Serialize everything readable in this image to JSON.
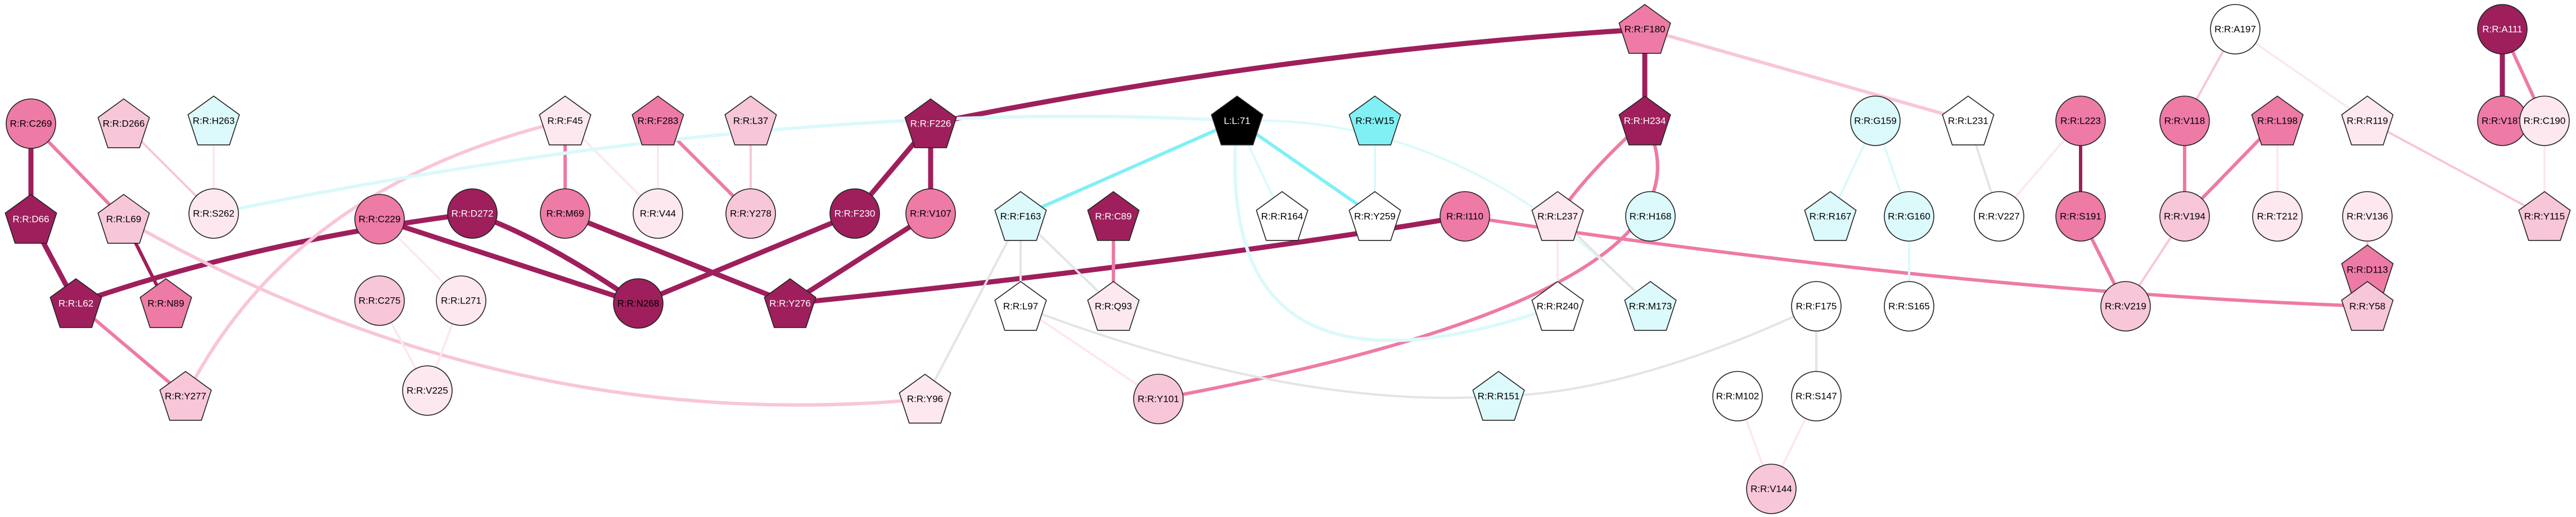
{
  "colors": {
    "black": "#000000",
    "magenta_dark": "#9e1f5c",
    "pink_mid": "#ee7aa6",
    "pink_light": "#f8c6d9",
    "pink_pale": "#fde8f0",
    "cyan": "#80f0f4",
    "cyan_pale": "#dcf9fb",
    "white": "#ffffff",
    "gray": "#e4e4e4"
  },
  "nodes": [
    {
      "id": "L71",
      "label": "L:L:71",
      "shape": "pentagon",
      "fill": "black",
      "text": "#ffffff"
    },
    {
      "id": "W15",
      "label": "R:R:W15",
      "shape": "pentagon",
      "fill": "cyan",
      "text": "#000000"
    },
    {
      "id": "F180",
      "label": "R:R:F180",
      "shape": "pentagon",
      "fill": "pink_mid",
      "text": "#000000"
    },
    {
      "id": "H234",
      "label": "R:R:H234",
      "shape": "pentagon",
      "fill": "magenta_dark",
      "text": "#ffffff"
    },
    {
      "id": "F226",
      "label": "R:R:F226",
      "shape": "pentagon",
      "fill": "magenta_dark",
      "text": "#ffffff"
    },
    {
      "id": "F230",
      "label": "R:R:F230",
      "shape": "circle",
      "fill": "magenta_dark",
      "text": "#ffffff"
    },
    {
      "id": "V107",
      "label": "R:R:V107",
      "shape": "circle",
      "fill": "pink_mid",
      "text": "#000000"
    },
    {
      "id": "Y276",
      "label": "R:R:Y276",
      "shape": "pentagon",
      "fill": "magenta_dark",
      "text": "#ffffff"
    },
    {
      "id": "N268",
      "label": "R:R:N268",
      "shape": "circle",
      "fill": "magenta_dark",
      "text": "#000000"
    },
    {
      "id": "D272",
      "label": "R:R:D272",
      "shape": "circle",
      "fill": "magenta_dark",
      "text": "#ffffff"
    },
    {
      "id": "C229",
      "label": "R:R:C229",
      "shape": "circle",
      "fill": "pink_mid",
      "text": "#000000"
    },
    {
      "id": "C275",
      "label": "R:R:C275",
      "shape": "circle",
      "fill": "pink_light",
      "text": "#000000"
    },
    {
      "id": "L271",
      "label": "R:R:L271",
      "shape": "circle",
      "fill": "pink_pale",
      "text": "#000000"
    },
    {
      "id": "V225",
      "label": "R:R:V225",
      "shape": "circle",
      "fill": "pink_pale",
      "text": "#000000"
    },
    {
      "id": "F45",
      "label": "R:R:F45",
      "shape": "pentagon",
      "fill": "pink_pale",
      "text": "#000000"
    },
    {
      "id": "M69",
      "label": "R:R:M69",
      "shape": "circle",
      "fill": "pink_mid",
      "text": "#000000"
    },
    {
      "id": "V44",
      "label": "R:R:V44",
      "shape": "circle",
      "fill": "pink_pale",
      "text": "#000000"
    },
    {
      "id": "F283",
      "label": "R:R:F283",
      "shape": "pentagon",
      "fill": "pink_mid",
      "text": "#000000"
    },
    {
      "id": "L37",
      "label": "R:R:L37",
      "shape": "pentagon",
      "fill": "pink_light",
      "text": "#000000"
    },
    {
      "id": "Y278",
      "label": "R:R:Y278",
      "shape": "circle",
      "fill": "pink_light",
      "text": "#000000"
    },
    {
      "id": "C269",
      "label": "R:R:C269",
      "shape": "circle",
      "fill": "pink_mid",
      "text": "#000000"
    },
    {
      "id": "D266",
      "label": "R:R:D266",
      "shape": "pentagon",
      "fill": "pink_light",
      "text": "#000000"
    },
    {
      "id": "H263",
      "label": "R:R:H263",
      "shape": "pentagon",
      "fill": "cyan_pale",
      "text": "#000000"
    },
    {
      "id": "D66",
      "label": "R:R:D66",
      "shape": "pentagon",
      "fill": "magenta_dark",
      "text": "#ffffff"
    },
    {
      "id": "L69",
      "label": "R:R:L69",
      "shape": "pentagon",
      "fill": "pink_light",
      "text": "#000000"
    },
    {
      "id": "S262",
      "label": "R:R:S262",
      "shape": "circle",
      "fill": "pink_pale",
      "text": "#000000"
    },
    {
      "id": "L62",
      "label": "R:R:L62",
      "shape": "pentagon",
      "fill": "magenta_dark",
      "text": "#ffffff"
    },
    {
      "id": "N89",
      "label": "R:R:N89",
      "shape": "pentagon",
      "fill": "pink_mid",
      "text": "#000000"
    },
    {
      "id": "Y277",
      "label": "R:R:Y277",
      "shape": "pentagon",
      "fill": "pink_light",
      "text": "#000000"
    },
    {
      "id": "F163",
      "label": "R:R:F163",
      "shape": "pentagon",
      "fill": "cyan_pale",
      "text": "#000000"
    },
    {
      "id": "C89",
      "label": "R:R:C89",
      "shape": "pentagon",
      "fill": "magenta_dark",
      "text": "#ffffff"
    },
    {
      "id": "L97",
      "label": "R:R:L97",
      "shape": "pentagon",
      "fill": "white",
      "text": "#000000"
    },
    {
      "id": "Q93",
      "label": "R:R:Q93",
      "shape": "pentagon",
      "fill": "pink_pale",
      "text": "#000000"
    },
    {
      "id": "Y96",
      "label": "R:R:Y96",
      "shape": "pentagon",
      "fill": "pink_pale",
      "text": "#000000"
    },
    {
      "id": "Y101",
      "label": "R:R:Y101",
      "shape": "circle",
      "fill": "pink_light",
      "text": "#000000"
    },
    {
      "id": "R164",
      "label": "R:R:R164",
      "shape": "pentagon",
      "fill": "white",
      "text": "#000000"
    },
    {
      "id": "Y259",
      "label": "R:R:Y259",
      "shape": "pentagon",
      "fill": "white",
      "text": "#000000"
    },
    {
      "id": "I110",
      "label": "R:R:I110",
      "shape": "circle",
      "fill": "pink_mid",
      "text": "#000000"
    },
    {
      "id": "L237",
      "label": "R:R:L237",
      "shape": "pentagon",
      "fill": "pink_pale",
      "text": "#000000"
    },
    {
      "id": "H168",
      "label": "R:R:H168",
      "shape": "circle",
      "fill": "cyan_pale",
      "text": "#000000"
    },
    {
      "id": "R240",
      "label": "R:R:R240",
      "shape": "pentagon",
      "fill": "white",
      "text": "#000000"
    },
    {
      "id": "M173",
      "label": "R:R:M173",
      "shape": "pentagon",
      "fill": "cyan_pale",
      "text": "#000000"
    },
    {
      "id": "L231",
      "label": "R:R:L231",
      "shape": "pentagon",
      "fill": "white",
      "text": "#000000"
    },
    {
      "id": "V227",
      "label": "R:R:V227",
      "shape": "circle",
      "fill": "white",
      "text": "#000000"
    },
    {
      "id": "G159",
      "label": "R:R:G159",
      "shape": "circle",
      "fill": "cyan_pale",
      "text": "#000000"
    },
    {
      "id": "R167",
      "label": "R:R:R167",
      "shape": "pentagon",
      "fill": "cyan_pale",
      "text": "#000000"
    },
    {
      "id": "G160",
      "label": "R:R:G160",
      "shape": "circle",
      "fill": "cyan_pale",
      "text": "#000000"
    },
    {
      "id": "S165",
      "label": "R:R:S165",
      "shape": "circle",
      "fill": "white",
      "text": "#000000"
    },
    {
      "id": "F175",
      "label": "R:R:F175",
      "shape": "circle",
      "fill": "white",
      "text": "#000000"
    },
    {
      "id": "R151",
      "label": "R:R:R151",
      "shape": "pentagon",
      "fill": "cyan_pale",
      "text": "#000000"
    },
    {
      "id": "M102",
      "label": "R:R:M102",
      "shape": "circle",
      "fill": "white",
      "text": "#000000"
    },
    {
      "id": "S147",
      "label": "R:R:S147",
      "shape": "circle",
      "fill": "white",
      "text": "#000000"
    },
    {
      "id": "V144",
      "label": "R:R:V144",
      "shape": "circle",
      "fill": "pink_light",
      "text": "#000000"
    },
    {
      "id": "L223",
      "label": "R:R:L223",
      "shape": "circle",
      "fill": "pink_mid",
      "text": "#000000"
    },
    {
      "id": "S191",
      "label": "R:R:S191",
      "shape": "circle",
      "fill": "pink_mid",
      "text": "#000000"
    },
    {
      "id": "V219",
      "label": "R:R:V219",
      "shape": "circle",
      "fill": "pink_light",
      "text": "#000000"
    },
    {
      "id": "V118",
      "label": "R:R:V118",
      "shape": "circle",
      "fill": "pink_mid",
      "text": "#000000"
    },
    {
      "id": "L198",
      "label": "R:R:L198",
      "shape": "pentagon",
      "fill": "pink_mid",
      "text": "#000000"
    },
    {
      "id": "V194",
      "label": "R:R:V194",
      "shape": "circle",
      "fill": "pink_light",
      "text": "#000000"
    },
    {
      "id": "T212",
      "label": "R:R:T212",
      "shape": "circle",
      "fill": "pink_pale",
      "text": "#000000"
    },
    {
      "id": "A197",
      "label": "R:R:A197",
      "shape": "circle",
      "fill": "white",
      "text": "#000000"
    },
    {
      "id": "R119",
      "label": "R:R:R119",
      "shape": "pentagon",
      "fill": "pink_pale",
      "text": "#000000"
    },
    {
      "id": "V136",
      "label": "R:R:V136",
      "shape": "circle",
      "fill": "pink_pale",
      "text": "#000000"
    },
    {
      "id": "D113",
      "label": "R:R:D113",
      "shape": "pentagon",
      "fill": "pink_mid",
      "text": "#000000"
    },
    {
      "id": "Y58",
      "label": "R:R:Y58",
      "shape": "pentagon",
      "fill": "pink_light",
      "text": "#000000"
    },
    {
      "id": "A111",
      "label": "R:R:A111",
      "shape": "circle",
      "fill": "magenta_dark",
      "text": "#ffffff"
    },
    {
      "id": "V187",
      "label": "R:R:V187",
      "shape": "circle",
      "fill": "pink_mid",
      "text": "#000000"
    },
    {
      "id": "C190",
      "label": "R:R:C190",
      "shape": "circle",
      "fill": "pink_pale",
      "text": "#000000"
    },
    {
      "id": "Y115",
      "label": "R:R:Y115",
      "shape": "pentagon",
      "fill": "pink_light",
      "text": "#000000"
    }
  ],
  "edges": [
    {
      "from": "F180",
      "to": "F226",
      "color": "magenta_dark",
      "weight": "heavy"
    },
    {
      "from": "F180",
      "to": "H234",
      "color": "magenta_dark",
      "weight": "heavy"
    },
    {
      "from": "F180",
      "to": "L231",
      "color": "pink_light",
      "weight": "medium"
    },
    {
      "from": "F226",
      "to": "F230",
      "color": "magenta_dark",
      "weight": "heavy"
    },
    {
      "from": "F226",
      "to": "V107",
      "color": "magenta_dark",
      "weight": "heavy"
    },
    {
      "from": "F230",
      "to": "N268",
      "color": "magenta_dark",
      "weight": "heavy"
    },
    {
      "from": "V107",
      "to": "Y276",
      "color": "magenta_dark",
      "weight": "heavy"
    },
    {
      "from": "D272",
      "to": "N268",
      "color": "magenta_dark",
      "weight": "heavy"
    },
    {
      "from": "D272",
      "to": "L62",
      "color": "magenta_dark",
      "weight": "heavy"
    },
    {
      "from": "C229",
      "to": "N268",
      "color": "magenta_dark",
      "weight": "heavy"
    },
    {
      "from": "M69",
      "to": "Y276",
      "color": "magenta_dark",
      "weight": "heavy"
    },
    {
      "from": "I110",
      "to": "Y276",
      "color": "magenta_dark",
      "weight": "heavy"
    },
    {
      "from": "C269",
      "to": "D66",
      "color": "magenta_dark",
      "weight": "heavy"
    },
    {
      "from": "D66",
      "to": "L62",
      "color": "magenta_dark",
      "weight": "heavy"
    },
    {
      "from": "A111",
      "to": "V187",
      "color": "magenta_dark",
      "weight": "heavy"
    },
    {
      "from": "H234",
      "to": "L237",
      "color": "pink_mid",
      "weight": "medium"
    },
    {
      "from": "H234",
      "to": "Y101",
      "color": "pink_mid",
      "weight": "medium"
    },
    {
      "from": "I110",
      "to": "Y58",
      "color": "pink_mid",
      "weight": "medium"
    },
    {
      "from": "C269",
      "to": "L69",
      "color": "pink_mid",
      "weight": "medium"
    },
    {
      "from": "L69",
      "to": "N89",
      "color": "magenta_dark",
      "weight": "medium"
    },
    {
      "from": "L62",
      "to": "Y277",
      "color": "pink_mid",
      "weight": "medium"
    },
    {
      "from": "F283",
      "to": "Y278",
      "color": "pink_mid",
      "weight": "medium"
    },
    {
      "from": "F45",
      "to": "M69",
      "color": "pink_mid",
      "weight": "medium"
    },
    {
      "from": "C89",
      "to": "Q93",
      "color": "pink_mid",
      "weight": "medium"
    },
    {
      "from": "L223",
      "to": "S191",
      "color": "magenta_dark",
      "weight": "medium"
    },
    {
      "from": "S191",
      "to": "V219",
      "color": "pink_mid",
      "weight": "medium"
    },
    {
      "from": "V118",
      "to": "V194",
      "color": "pink_mid",
      "weight": "medium"
    },
    {
      "from": "L198",
      "to": "V194",
      "color": "pink_mid",
      "weight": "medium"
    },
    {
      "from": "D113",
      "to": "Y58",
      "color": "pink_mid",
      "weight": "medium"
    },
    {
      "from": "A111",
      "to": "C190",
      "color": "pink_mid",
      "weight": "medium"
    },
    {
      "from": "F45",
      "to": "Y277",
      "color": "pink_light",
      "weight": "medium"
    },
    {
      "from": "L69",
      "to": "Y96",
      "color": "pink_light",
      "weight": "medium"
    },
    {
      "from": "D266",
      "to": "S262",
      "color": "pink_light",
      "weight": "light"
    },
    {
      "from": "L37",
      "to": "Y278",
      "color": "pink_light",
      "weight": "light"
    },
    {
      "from": "C229",
      "to": "L271",
      "color": "pink_pale",
      "weight": "light"
    },
    {
      "from": "C275",
      "to": "V225",
      "color": "pink_pale",
      "weight": "light"
    },
    {
      "from": "L271",
      "to": "V225",
      "color": "pink_pale",
      "weight": "light"
    },
    {
      "from": "F45",
      "to": "V44",
      "color": "pink_pale",
      "weight": "light"
    },
    {
      "from": "F283",
      "to": "V44",
      "color": "pink_pale",
      "weight": "light"
    },
    {
      "from": "H263",
      "to": "S262",
      "color": "pink_pale",
      "weight": "light"
    },
    {
      "from": "L97",
      "to": "Y101",
      "color": "pink_pale",
      "weight": "light"
    },
    {
      "from": "V194",
      "to": "V219",
      "color": "pink_light",
      "weight": "light"
    },
    {
      "from": "L198",
      "to": "T212",
      "color": "pink_pale",
      "weight": "light"
    },
    {
      "from": "A197",
      "to": "V118",
      "color": "pink_light",
      "weight": "light"
    },
    {
      "from": "A197",
      "to": "R119",
      "color": "pink_pale",
      "weight": "light"
    },
    {
      "from": "R119",
      "to": "Y115",
      "color": "pink_light",
      "weight": "light"
    },
    {
      "from": "C190",
      "to": "Y115",
      "color": "pink_pale",
      "weight": "light"
    },
    {
      "from": "V136",
      "to": "Y58",
      "color": "pink_light",
      "weight": "light"
    },
    {
      "from": "M102",
      "to": "V144",
      "color": "pink_pale",
      "weight": "light"
    },
    {
      "from": "S147",
      "to": "V144",
      "color": "pink_pale",
      "weight": "light"
    },
    {
      "from": "L223",
      "to": "V227",
      "color": "pink_pale",
      "weight": "light"
    },
    {
      "from": "L71",
      "to": "F163",
      "color": "cyan",
      "weight": "medium"
    },
    {
      "from": "L71",
      "to": "Y259",
      "color": "cyan",
      "weight": "medium"
    },
    {
      "from": "L71",
      "to": "S262",
      "color": "cyan_pale",
      "weight": "medium"
    },
    {
      "from": "L71",
      "to": "R240",
      "color": "cyan_pale",
      "weight": "medium"
    },
    {
      "from": "L71",
      "to": "R164",
      "color": "cyan_pale",
      "weight": "light"
    },
    {
      "from": "L71",
      "to": "M173",
      "color": "cyan_pale",
      "weight": "light"
    },
    {
      "from": "W15",
      "to": "Y259",
      "color": "cyan_pale",
      "weight": "light"
    },
    {
      "from": "G159",
      "to": "R167",
      "color": "cyan_pale",
      "weight": "light"
    },
    {
      "from": "G159",
      "to": "G160",
      "color": "cyan_pale",
      "weight": "light"
    },
    {
      "from": "G160",
      "to": "S165",
      "color": "cyan_pale",
      "weight": "light"
    },
    {
      "from": "F163",
      "to": "Y96",
      "color": "gray",
      "weight": "light"
    },
    {
      "from": "F163",
      "to": "L97",
      "color": "gray",
      "weight": "light"
    },
    {
      "from": "F163",
      "to": "Q93",
      "color": "gray",
      "weight": "light"
    },
    {
      "from": "L97",
      "to": "R151",
      "color": "gray",
      "weight": "light"
    },
    {
      "from": "F175",
      "to": "R151",
      "color": "gray",
      "weight": "light"
    },
    {
      "from": "F175",
      "to": "S147",
      "color": "gray",
      "weight": "light"
    },
    {
      "from": "L231",
      "to": "V227",
      "color": "gray",
      "weight": "light"
    },
    {
      "from": "L237",
      "to": "M173",
      "color": "gray",
      "weight": "light"
    },
    {
      "from": "L237",
      "to": "R240",
      "color": "pink_pale",
      "weight": "light"
    }
  ]
}
